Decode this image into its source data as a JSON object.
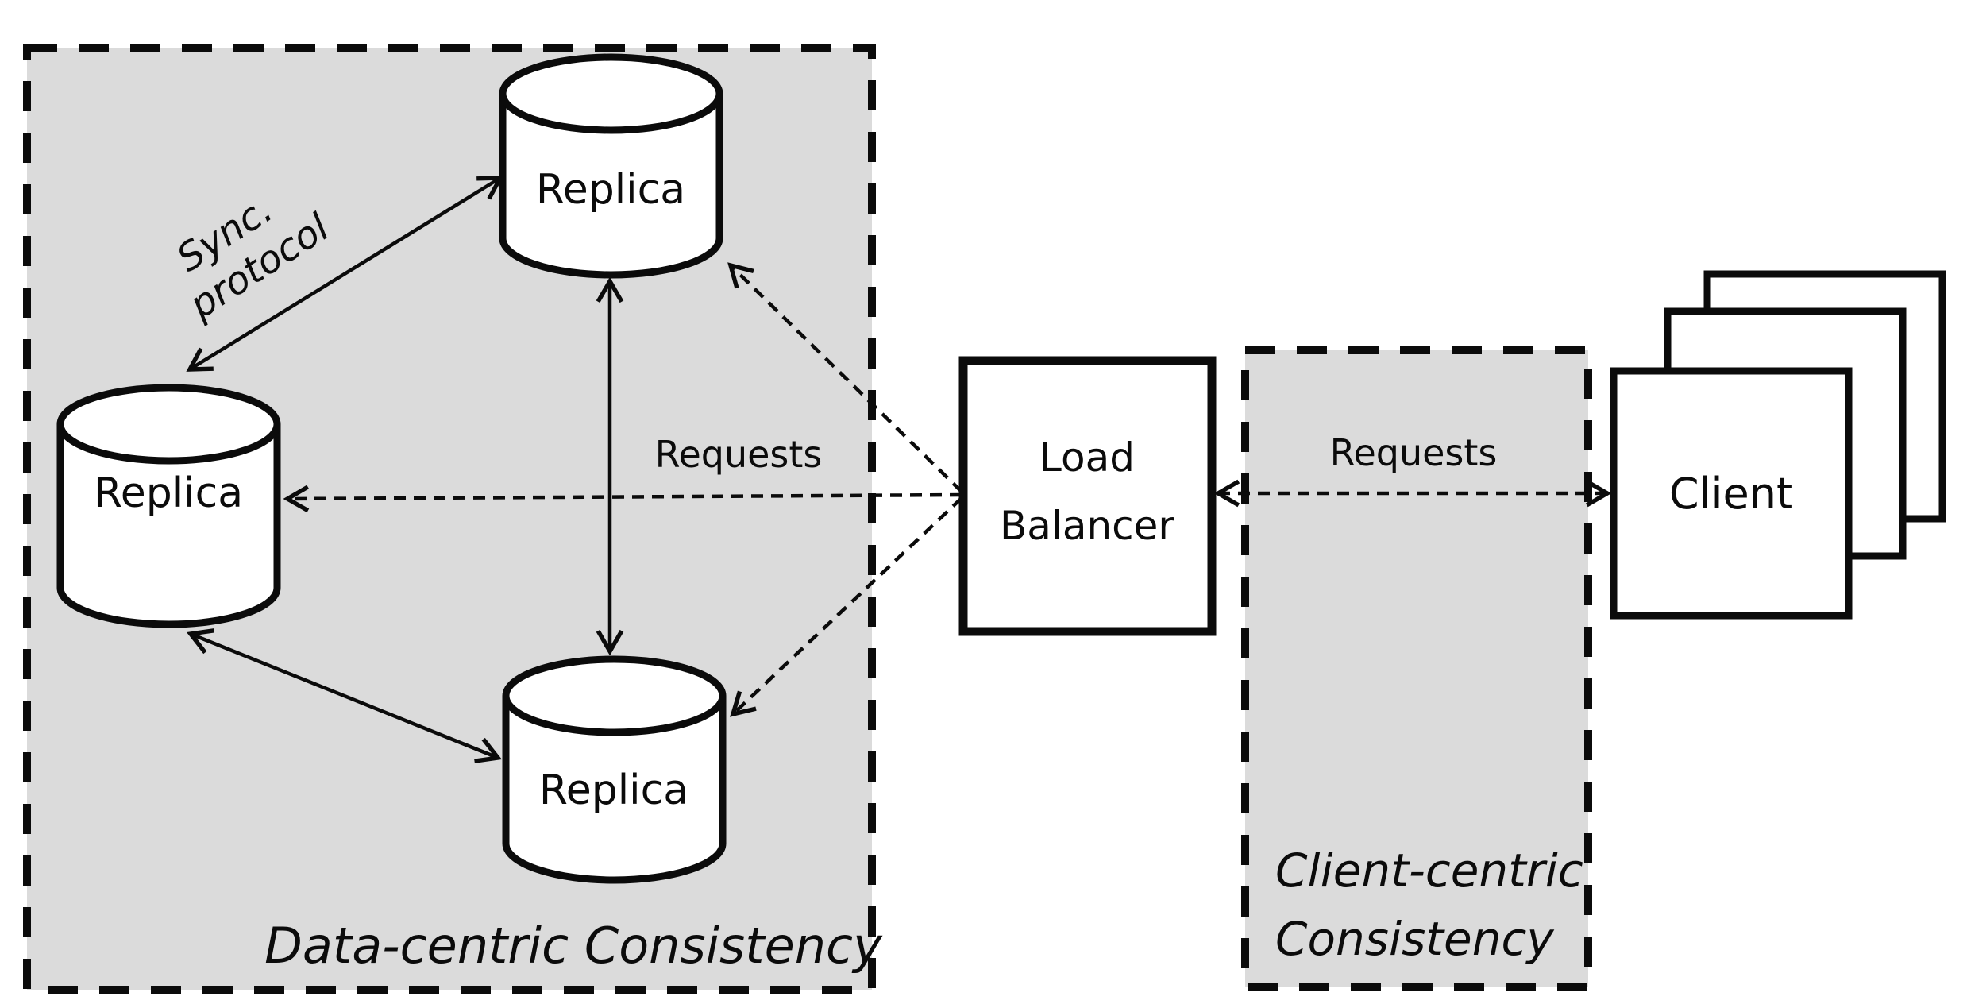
{
  "diagram": {
    "regions": {
      "data_centric": {
        "label": "Data-centric Consistency"
      },
      "client_centric": {
        "label_lines": [
          "Client-centric",
          "Consistency"
        ]
      }
    },
    "nodes": {
      "replica_top": "Replica",
      "replica_left": "Replica",
      "replica_bottom": "Replica",
      "load_balancer_lines": [
        "Load",
        "Balancer"
      ],
      "client": "Client"
    },
    "edges": {
      "sync_label_lines": [
        "Sync.",
        "protocol"
      ],
      "requests_internal": "Requests",
      "requests_external": "Requests"
    },
    "colors": {
      "region_fill": "#dbdbdb",
      "node_fill": "#ffffff",
      "stroke": "#0b0b0b",
      "background": "#ffffff"
    }
  }
}
